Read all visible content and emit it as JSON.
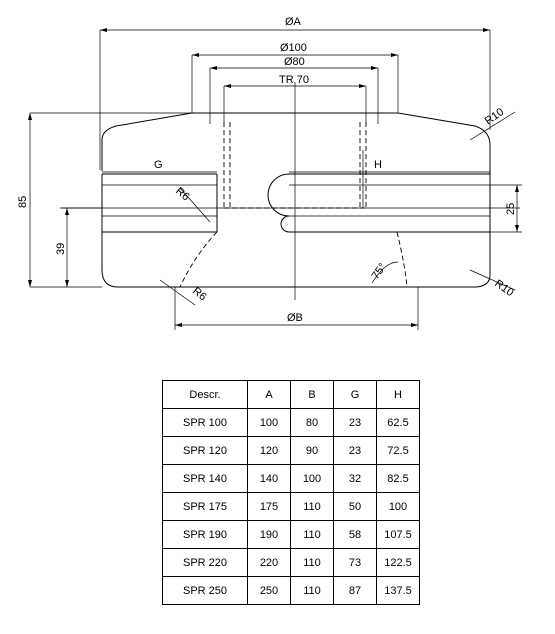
{
  "drawing": {
    "labels": {
      "dia_a": "ØA",
      "dia_100": "Ø100",
      "dia_80": "Ø80",
      "tr70": "TR 70",
      "r10_top": "R10",
      "g": "G",
      "h": "H",
      "r6_left": "R6",
      "height_85": "85",
      "width_25": "25",
      "height_39": "39",
      "angle_75": "75°",
      "r10_bottom": "R10",
      "r6_bottom": "R6",
      "dia_b": "ØB"
    }
  },
  "table": {
    "headers": [
      "Descr.",
      "A",
      "B",
      "G",
      "H"
    ],
    "rows": [
      [
        "SPR 100",
        "100",
        "80",
        "23",
        "62.5"
      ],
      [
        "SPR 120",
        "120",
        "90",
        "23",
        "72.5"
      ],
      [
        "SPR 140",
        "140",
        "100",
        "32",
        "82.5"
      ],
      [
        "SPR 175",
        "175",
        "110",
        "50",
        "100"
      ],
      [
        "SPR 190",
        "190",
        "110",
        "58",
        "107.5"
      ],
      [
        "SPR 220",
        "220",
        "110",
        "73",
        "122.5"
      ],
      [
        "SPR 250",
        "250",
        "110",
        "87",
        "137.5"
      ]
    ]
  }
}
